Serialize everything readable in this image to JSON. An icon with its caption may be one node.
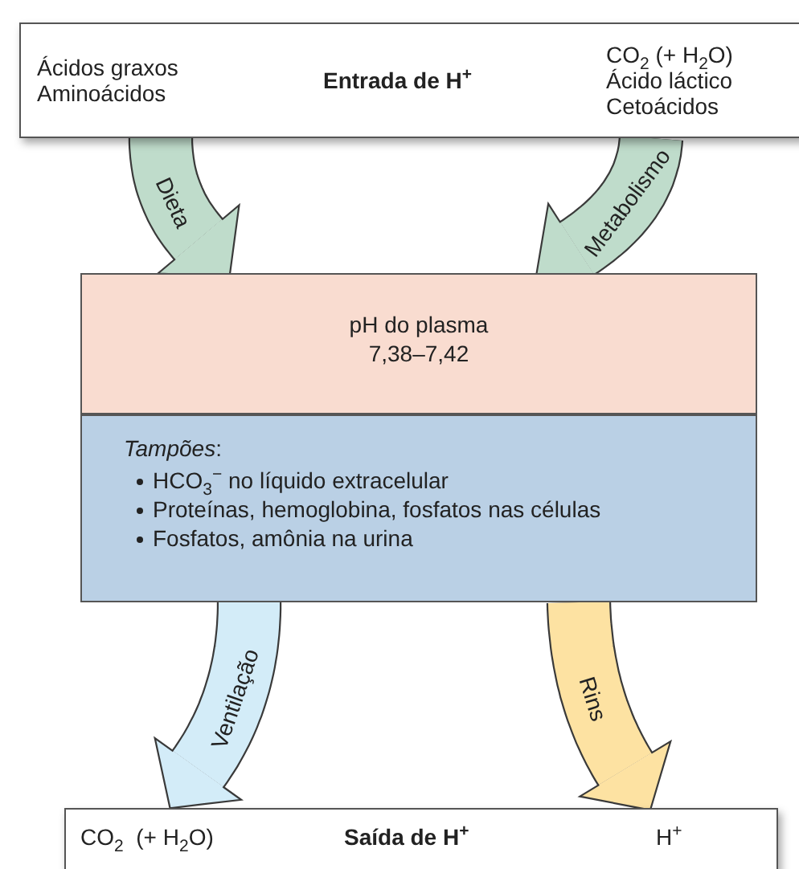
{
  "diagram": {
    "nodes": [
      {
        "text": [
          "Ácidos graxos Aminoácidos",
          "Entrada de H$^{+}$",
          "CO$_{2}$ (+ H$_{2}$O) Ácido láctico Cetoácidos"
        ]
      },
      {
        "text": [
          "pH do plasma 7,38–7,42"
        ]
      },
      {
        "text": [
          "*Tampões*:",
          "HCO$_{3}$$^{−}$ no líquido extracelular",
          "Proteínas, hemoglobina, fosfatos nas células",
          "Fosfatos, amônia na urina"
        ]
      },
      {
        "text": [
          "CO$_{2}$  (+ H$_{2}$O)",
          "Saída de H$^{+}$",
          "H$^{+}$"
        ]
      }
    ],
    "edges": [
      {
        "from": 0,
        "to": 1,
        "arrow": "to",
        "label": "Dieta",
        "color": "#bfdccb"
      },
      {
        "from": 0,
        "to": 1,
        "arrow": "to",
        "label": "Metabolismo",
        "color": "#bfdccb"
      },
      {
        "from": 2,
        "to": 3,
        "arrow": "to",
        "label": "Ventilação",
        "color": "#d3ecf8"
      },
      {
        "from": 2,
        "to": 3,
        "arrow": "to",
        "label": "Rins",
        "color": "#fde2a2"
      }
    ]
  }
}
